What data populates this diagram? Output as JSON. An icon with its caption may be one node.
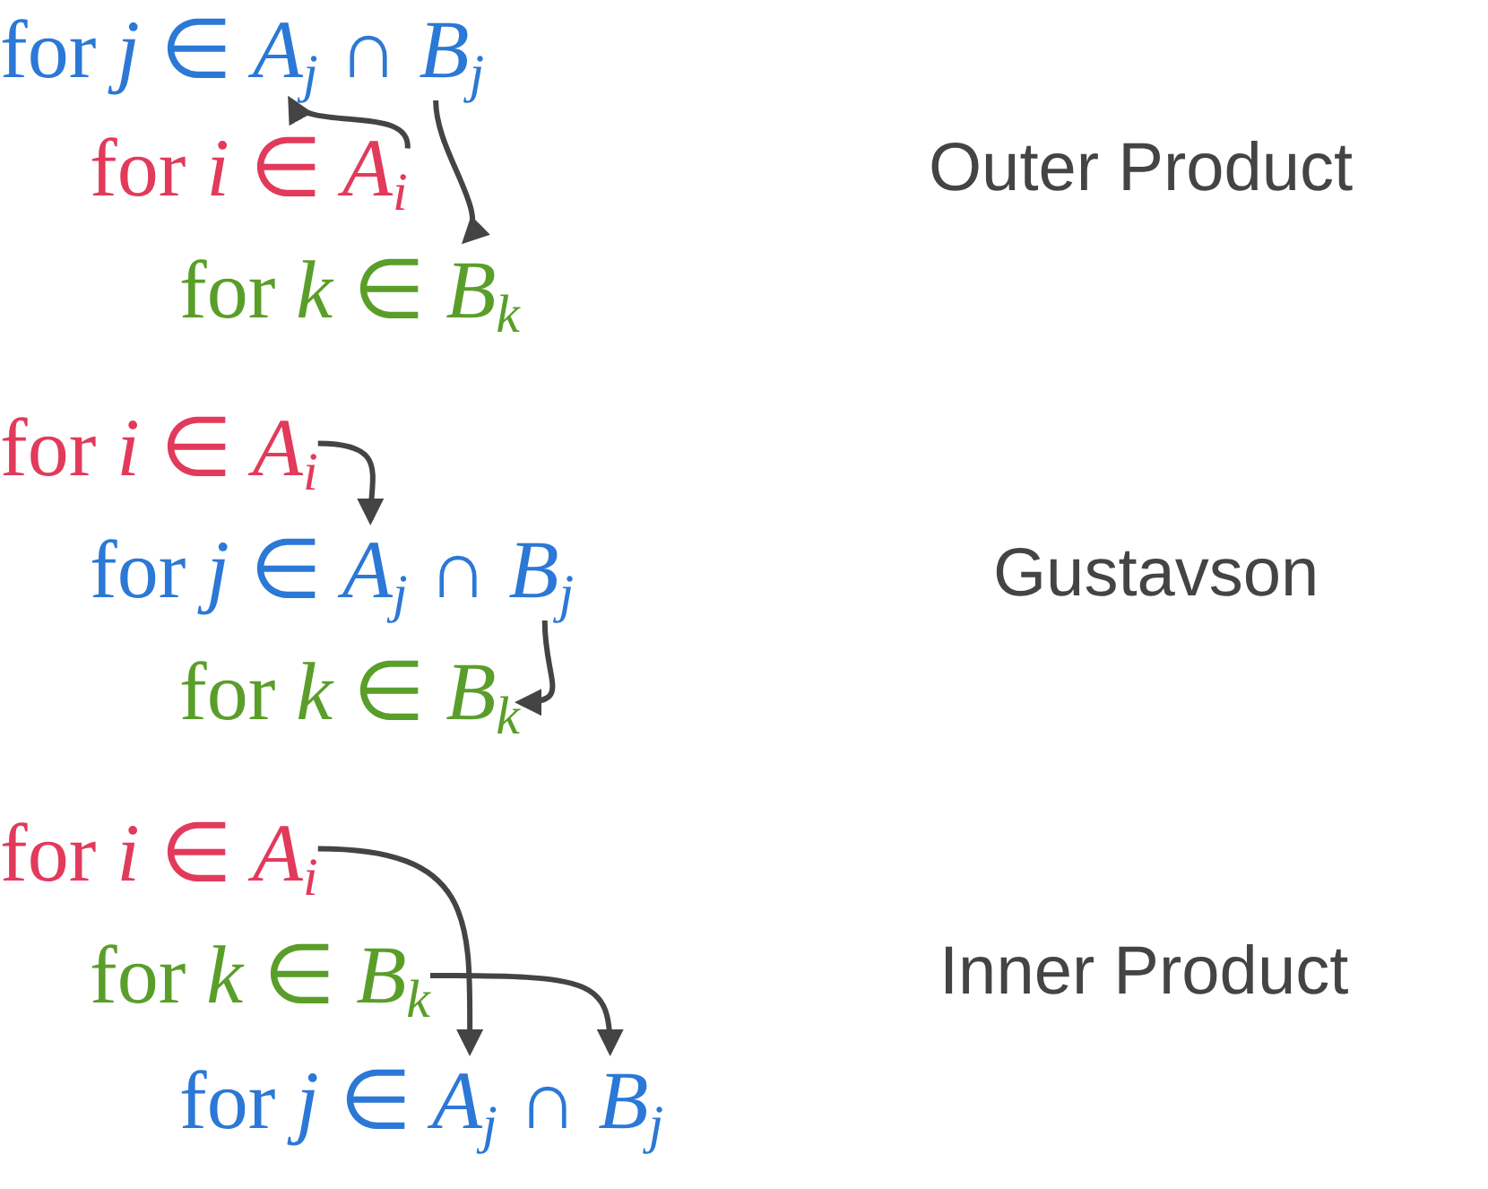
{
  "diagram": {
    "nodes": [
      {
        "text": [
          "for *j* ∈ *A*$_{j}$ ∩ *B*$_{j}$"
        ]
      },
      {
        "text": [
          "for *i* ∈ *A*$_{i}$"
        ]
      },
      {
        "text": [
          "for *k* ∈ *B*$_{k}$"
        ]
      },
      {
        "text": [
          "for *i* ∈ *A*$_{i}$"
        ]
      },
      {
        "text": [
          "for *j* ∈ *A*$_{j}$ ∩ *B*$_{j}$"
        ]
      },
      {
        "text": [
          "for *k* ∈ *B*$_{k}$"
        ]
      },
      {
        "text": [
          "for *i* ∈ *A*$_{i}$"
        ]
      },
      {
        "text": [
          "for *k* ∈ *B*$_{k}$"
        ]
      },
      {
        "text": [
          "for *j* ∈ *A*$_{j}$ ∩ *B*$_{j}$"
        ]
      }
    ],
    "edges": [
      {
        "from": 1,
        "to": 0,
        "arrow": "to"
      },
      {
        "from": 0,
        "to": 2,
        "arrow": "to"
      },
      {
        "from": 3,
        "to": 4,
        "arrow": "to"
      },
      {
        "from": 4,
        "to": 5,
        "arrow": "to"
      },
      {
        "from": 6,
        "to": 8,
        "arrow": "to"
      },
      {
        "from": 7,
        "to": 8,
        "arrow": "to"
      }
    ],
    "labels": [
      "Outer Product",
      "Gustavson",
      "Inner Product"
    ]
  }
}
